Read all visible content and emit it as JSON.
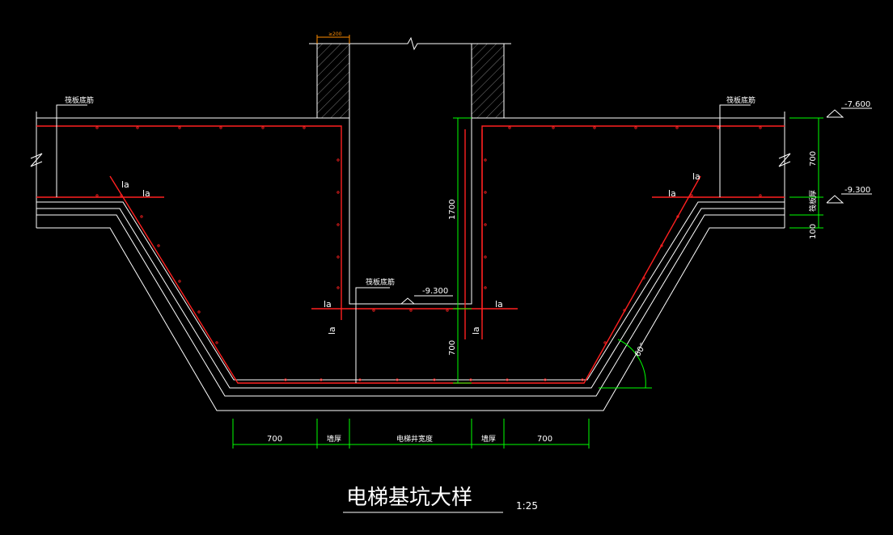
{
  "drawing": {
    "title": "电梯基坑大样",
    "scale": "1:25",
    "colors": {
      "background": "#000000",
      "outline": "#ffffff",
      "rebar": "#ff2020",
      "dimension": "#00ff00",
      "hatch": "#888888"
    }
  },
  "elevations": {
    "top": "-7.600",
    "slab": "-9.300",
    "pit_bottom": "-9.300"
  },
  "labels": {
    "note_left": "筏板底筋",
    "note_right": "筏板底筋",
    "note_center": "筏板底筋",
    "side_label": "筏板厚",
    "anchor": "la",
    "angle": "60°",
    "wall_thickness_top": "≥200"
  },
  "dimensions": {
    "bottom": [
      "700",
      "墙厚",
      "电梯井宽度",
      "墙厚",
      "700"
    ],
    "right": [
      "700",
      "100"
    ],
    "inner_top": "1700",
    "inner_bottom": "700"
  }
}
